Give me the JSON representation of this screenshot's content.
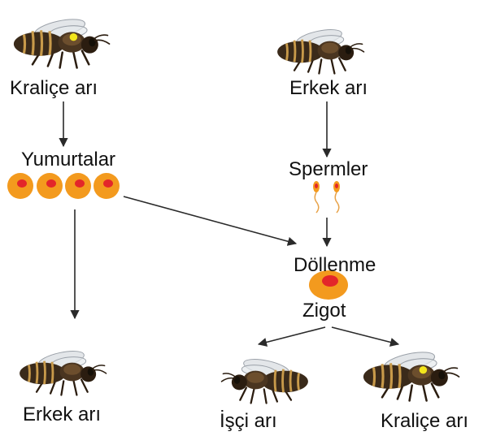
{
  "labels": {
    "queen_top": "Kraliçe arı",
    "drone_top": "Erkek arı",
    "eggs": "Yumurtalar",
    "sperm": "Spermler",
    "fertilization": "Döllenme",
    "zygote": "Zigot",
    "drone_bottom": "Erkek arı",
    "worker": "İşçi arı",
    "queen_bottom": "Kraliçe arı"
  },
  "colors": {
    "egg_outer": "#f39a1e",
    "egg_inner": "#e3262a",
    "zygote_outer": "#f39a1e",
    "zygote_inner": "#e3262a",
    "arrow": "#2a2a2a",
    "bee_body": "#3a2a1a",
    "bee_stripe": "#c89a4a",
    "queen_mark": "#f3e61c"
  },
  "icons": {
    "queen_top": "queen-bee-icon",
    "drone_top": "drone-bee-icon",
    "drone_bottom": "drone-bee-icon",
    "worker": "worker-bee-icon",
    "queen_bottom": "queen-bee-icon"
  }
}
